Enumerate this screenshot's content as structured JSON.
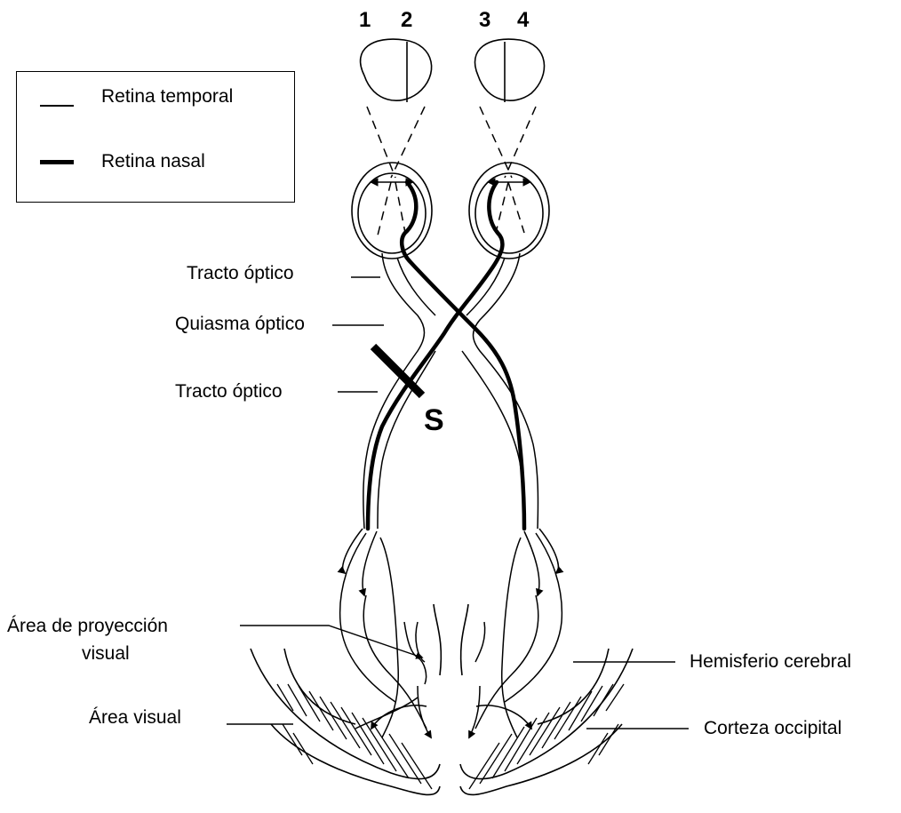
{
  "eye_numbers": [
    "1",
    "2",
    "3",
    "4"
  ],
  "legend": {
    "temporal": "Retina temporal",
    "nasal": "Retina nasal"
  },
  "labels": {
    "tracto_optico_top": "Tracto  óptico",
    "quiasma": "Quiasma óptico",
    "tracto_optico_bottom": "Tracto óptico",
    "area_proyeccion_line1": "Área de proyección",
    "area_proyeccion_line2": "visual",
    "area_visual": "Área visual",
    "hemisferio": "Hemisferio cerebral",
    "corteza": "Corteza occipital"
  },
  "lesion_label": "S",
  "colors": {
    "line": "#000000",
    "background": "#ffffff"
  }
}
